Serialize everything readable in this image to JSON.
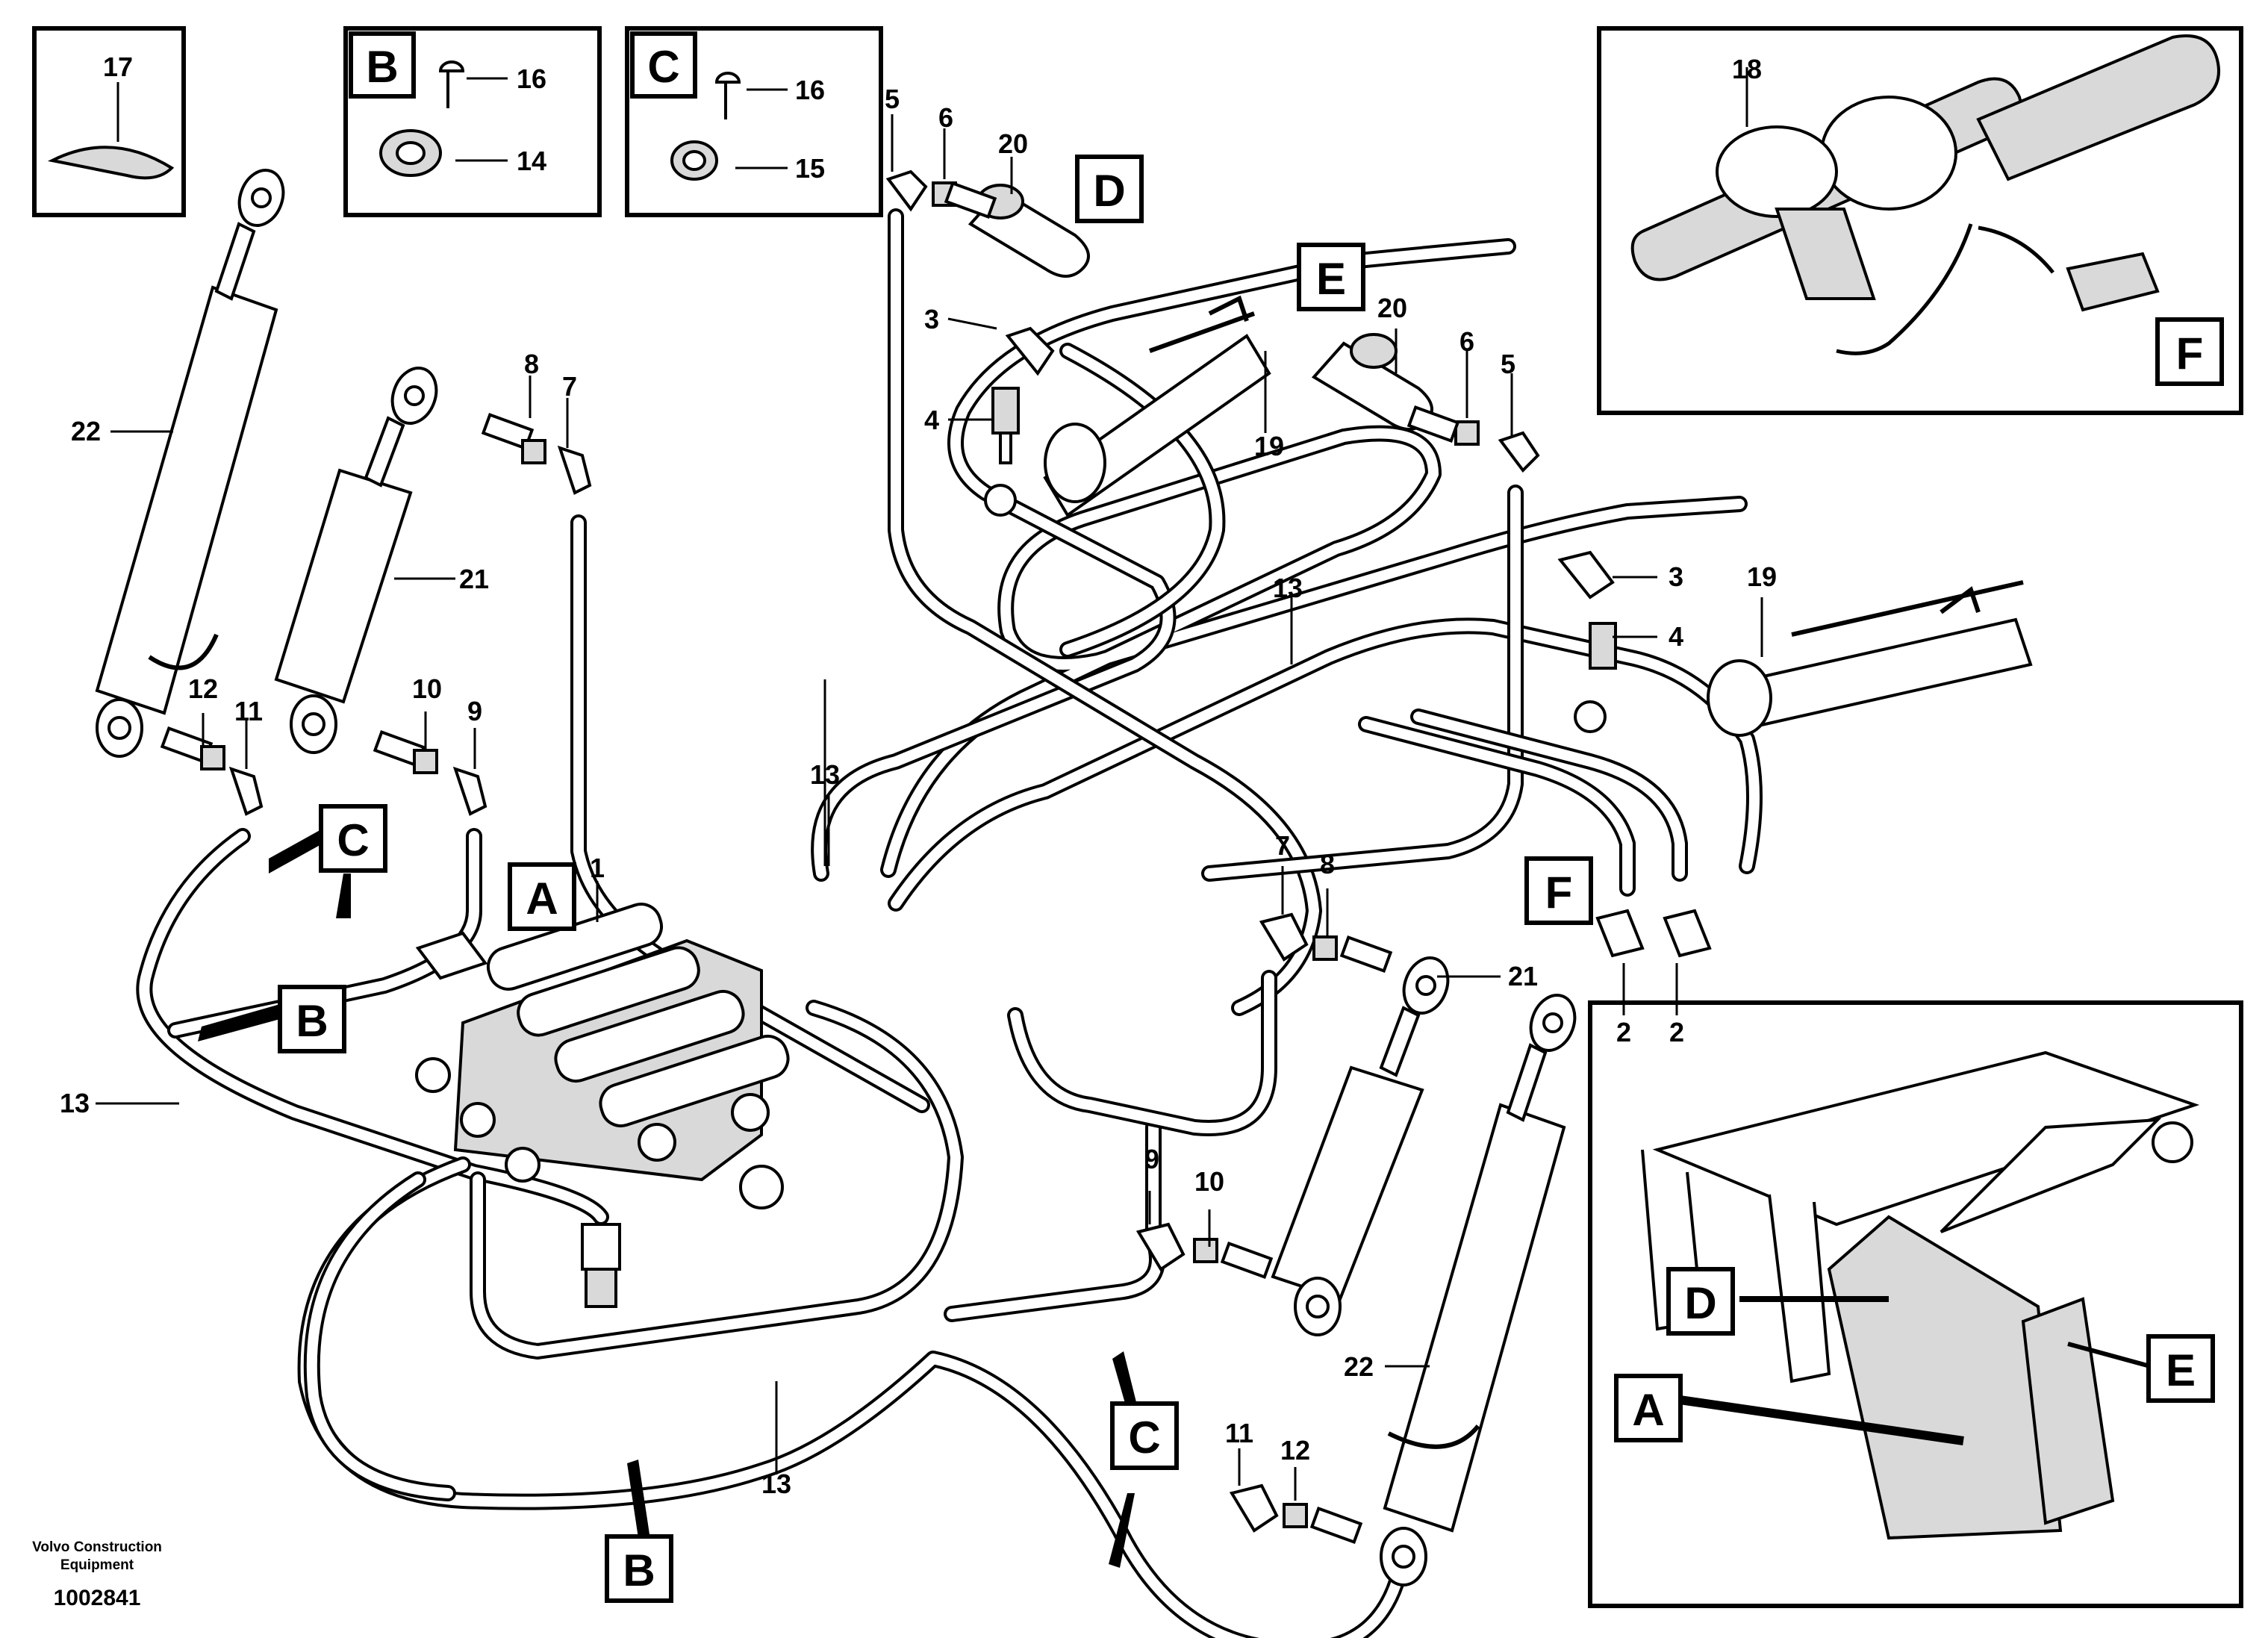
{
  "callouts": {
    "n1": "1",
    "n2a": "2",
    "n2b": "2",
    "n3a": "3",
    "n3b": "3",
    "n4a": "4",
    "n4b": "4",
    "n5a": "5",
    "n5b": "5",
    "n6a": "6",
    "n6b": "6",
    "n7a": "7",
    "n7b": "7",
    "n8a": "8",
    "n8b": "8",
    "n9a": "9",
    "n9b": "9",
    "n10a": "10",
    "n10b": "10",
    "n11a": "11",
    "n11b": "11",
    "n12a": "12",
    "n12b": "12",
    "n13a": "13",
    "n13b": "13",
    "n13c": "13",
    "n13d": "13",
    "n14": "14",
    "n15": "15",
    "n16a": "16",
    "n16b": "16",
    "n17": "17",
    "n18": "18",
    "n19a": "19",
    "n19b": "19",
    "n20a": "20",
    "n20b": "20",
    "n21a": "21",
    "n21b": "21",
    "n22a": "22",
    "n22b": "22"
  },
  "views": {
    "A": "A",
    "B": "B",
    "C": "C",
    "D": "D",
    "E": "E",
    "F": "F"
  },
  "footer": {
    "company_line1": "Volvo Construction",
    "company_line2": "Equipment",
    "drawing_number": "1002841"
  }
}
